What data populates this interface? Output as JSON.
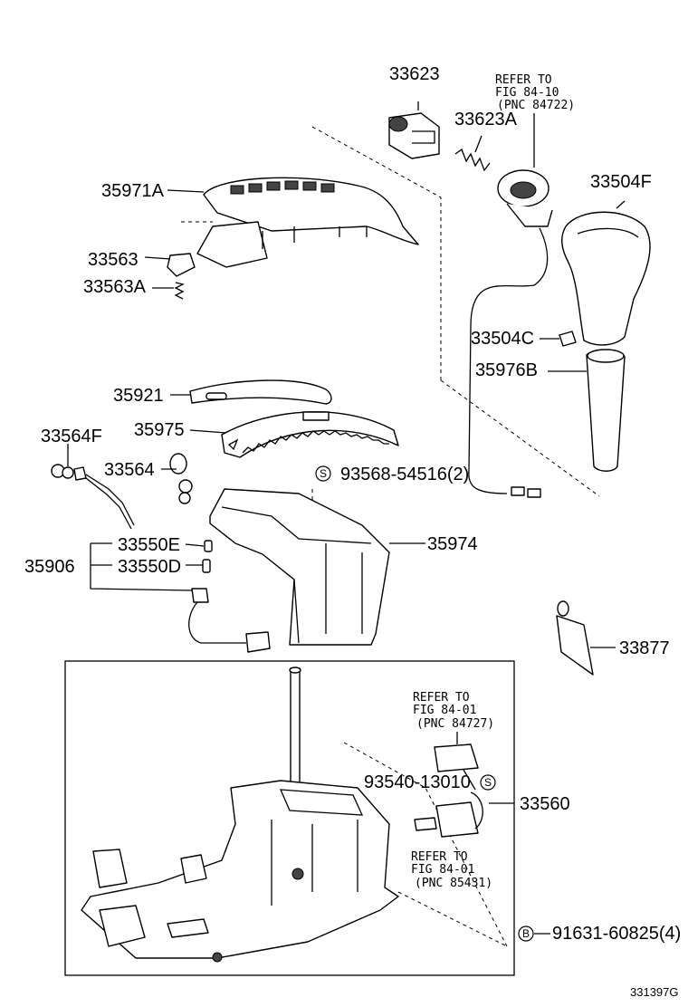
{
  "figure_id": "331397G",
  "parts": {
    "p33623": "33623",
    "p33623A": "33623A",
    "p35971A": "35971A",
    "p33563": "33563",
    "p33563A": "33563A",
    "p33504F": "33504F",
    "p33504C": "33504C",
    "p35976B": "35976B",
    "p35921": "35921",
    "p35975": "35975",
    "p33564F": "33564F",
    "p33564": "33564",
    "p93568": "93568-54516(2)",
    "p35974": "35974",
    "p33550E": "33550E",
    "p33550D": "33550D",
    "p35906": "35906",
    "p33877": "33877",
    "p93540": "93540-13010",
    "p33560": "33560",
    "p91631": "91631-60825(4)"
  },
  "refs": {
    "r1": {
      "line1": "REFER TO",
      "line2": "FIG 84-10",
      "line3": "(PNC 84722)"
    },
    "r2": {
      "line1": "REFER TO",
      "line2": "FIG 84-01",
      "line3": "(PNC 84727)"
    },
    "r3": {
      "line1": "REFER TO",
      "line2": "FIG 84-01",
      "line3": "(PNC 85431)"
    }
  },
  "symbols": {
    "s": "S",
    "b": "B"
  }
}
